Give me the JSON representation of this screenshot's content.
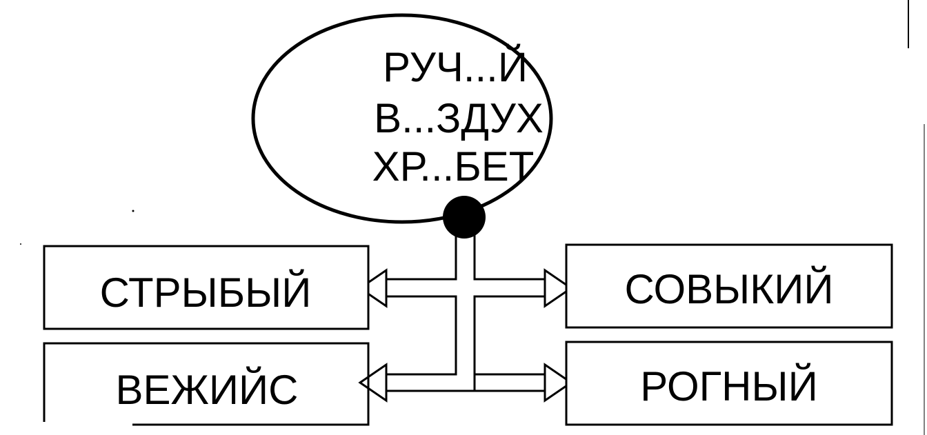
{
  "ellipse": {
    "lines": [
      "РУЧ...Й",
      "В...ЗДУХ",
      "ХР...БЕТ"
    ]
  },
  "boxes": {
    "top_left": "СТРЫБЫЙ",
    "top_right": "СОВЫКИЙ",
    "bottom_left": "ВЕЖИЙС",
    "bottom_right": "РОГНЫЙ"
  },
  "colors": {
    "ink": "#000000",
    "paper": "#ffffff"
  }
}
